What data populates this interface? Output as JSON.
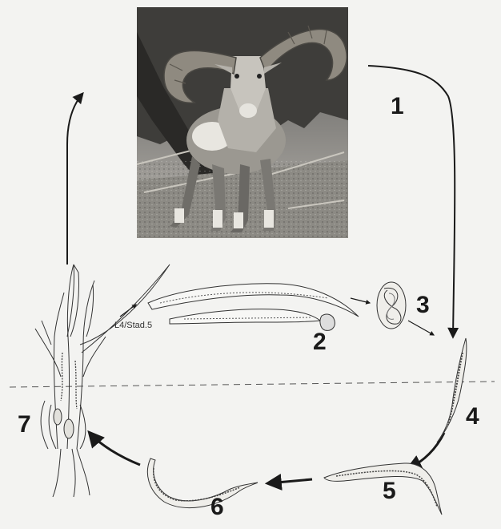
{
  "diagram": {
    "stage_labels": [
      "1",
      "2",
      "3",
      "4",
      "5",
      "6",
      "7"
    ],
    "larva_stage_label": "L4/Stad.5"
  },
  "photo": {
    "subject": "mouflon-ram"
  },
  "colors": {
    "ink": "#1a1a1a",
    "background": "#f3f3f1"
  }
}
